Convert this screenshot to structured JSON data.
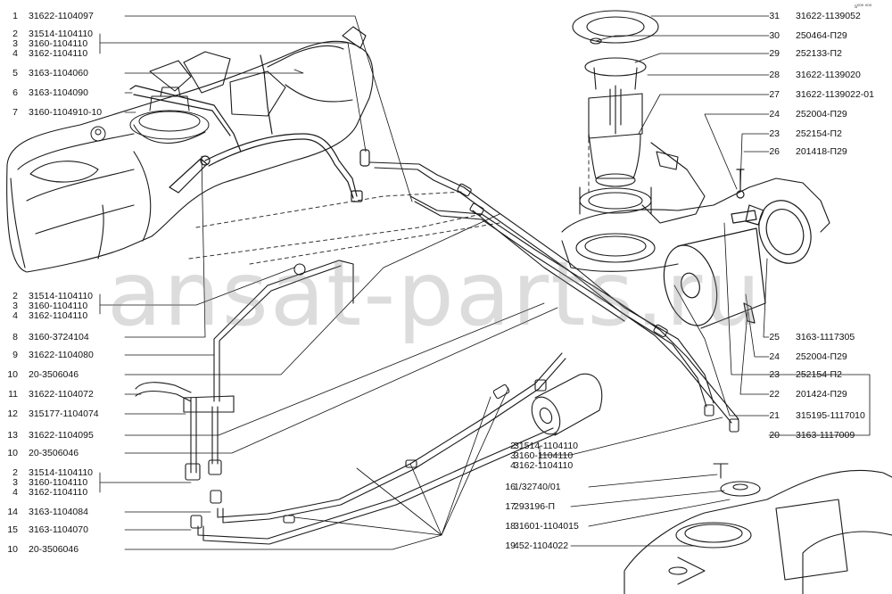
{
  "watermark": "ansat-parts.ru",
  "corner_mark": "s⁰⁰⁰ ⁰⁰⁰",
  "callouts_left": [
    {
      "num": "1",
      "code": "31622-1104097"
    },
    {
      "num": "2",
      "code": "31514-1104110"
    },
    {
      "num": "3",
      "code": "3160-1104110"
    },
    {
      "num": "4",
      "code": "3162-1104110"
    },
    {
      "num": "5",
      "code": "3163-1104060"
    },
    {
      "num": "6",
      "code": "3163-1104090"
    },
    {
      "num": "7",
      "code": "3160-1104910-10"
    },
    {
      "num": "2",
      "code": "31514-1104110"
    },
    {
      "num": "3",
      "code": "3160-1104110"
    },
    {
      "num": "4",
      "code": "3162-1104110"
    },
    {
      "num": "8",
      "code": "3160-3724104"
    },
    {
      "num": "9",
      "code": "31622-1104080"
    },
    {
      "num": "10",
      "code": "20-3506046"
    },
    {
      "num": "11",
      "code": "31622-1104072"
    },
    {
      "num": "12",
      "code": "315177-1104074"
    },
    {
      "num": "13",
      "code": "31622-1104095"
    },
    {
      "num": "10",
      "code": "20-3506046"
    },
    {
      "num": "2",
      "code": "31514-1104110"
    },
    {
      "num": "3",
      "code": "3160-1104110"
    },
    {
      "num": "4",
      "code": "3162-1104110"
    },
    {
      "num": "14",
      "code": "3163-1104084"
    },
    {
      "num": "15",
      "code": "3163-1104070"
    },
    {
      "num": "10",
      "code": "20-3506046"
    }
  ],
  "callouts_right": [
    {
      "num": "31",
      "code": "31622-1139052"
    },
    {
      "num": "30",
      "code": "250464-П29"
    },
    {
      "num": "29",
      "code": "252133-П2"
    },
    {
      "num": "28",
      "code": "31622-1139020"
    },
    {
      "num": "27",
      "code": "31622-1139022-01"
    },
    {
      "num": "24",
      "code": "252004-П29"
    },
    {
      "num": "23",
      "code": "252154-П2"
    },
    {
      "num": "26",
      "code": "201418-П29"
    },
    {
      "num": "25",
      "code": "3163-1117305"
    },
    {
      "num": "24",
      "code": "252004-П29"
    },
    {
      "num": "23",
      "code": "252154-П2"
    },
    {
      "num": "22",
      "code": "201424-П29"
    },
    {
      "num": "21",
      "code": "315195-1117010"
    },
    {
      "num": "20",
      "code": "3163-1117009"
    }
  ],
  "callouts_mid": [
    {
      "num": "2",
      "code": "31514-1104110"
    },
    {
      "num": "3",
      "code": "3160-1104110"
    },
    {
      "num": "4",
      "code": "3162-1104110"
    },
    {
      "num": "16",
      "code": "1/32740/01"
    },
    {
      "num": "17",
      "code": "293196-П"
    },
    {
      "num": "18",
      "code": "31601-1104015"
    },
    {
      "num": "19",
      "code": "452-1104022"
    }
  ]
}
